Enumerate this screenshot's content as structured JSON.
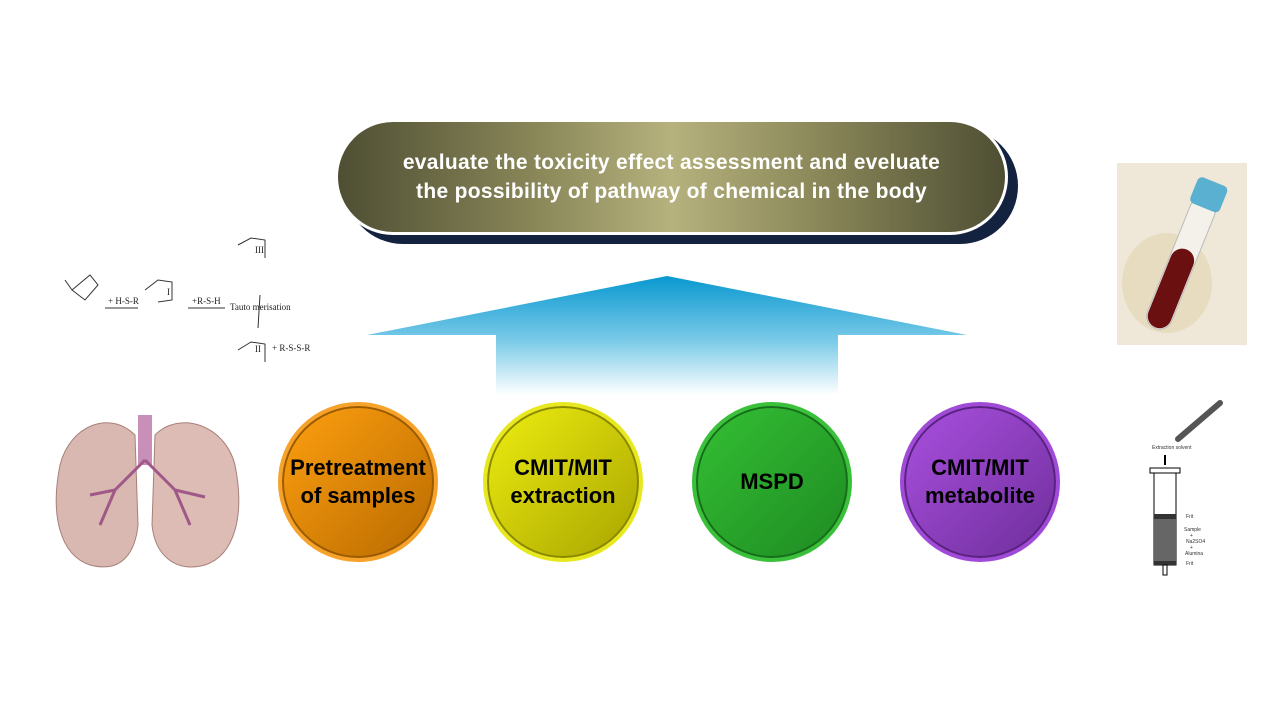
{
  "banner": {
    "line1": "evaluate the toxicity effect assessment and eveluate",
    "line2": "the possibility of pathway of chemical in the body"
  },
  "steps": [
    {
      "line1": "Pretreatment",
      "line2": "of samples",
      "color": "#f0900a"
    },
    {
      "line1": "CMIT/MIT",
      "line2": "extraction",
      "color": "#d8d800"
    },
    {
      "line1": "MSPD",
      "line2": "",
      "color": "#2aa82a"
    },
    {
      "line1": "CMIT/MIT",
      "line2": "metabolite",
      "color": "#9040c0"
    }
  ],
  "reaction": {
    "reagent1": "+ H-S-R",
    "reagent2": "+R-S-H",
    "tauto": "Tauto merisation",
    "product": "+ R-S-S-R",
    "labels": [
      "I",
      "II",
      "III"
    ]
  },
  "syringe": {
    "solvent": "Extraction solvent",
    "frit_top": "Frit",
    "packing": [
      "Sample",
      "+",
      "Na2SO4",
      "+",
      "Alumina"
    ],
    "frit_bottom": "Frit"
  }
}
